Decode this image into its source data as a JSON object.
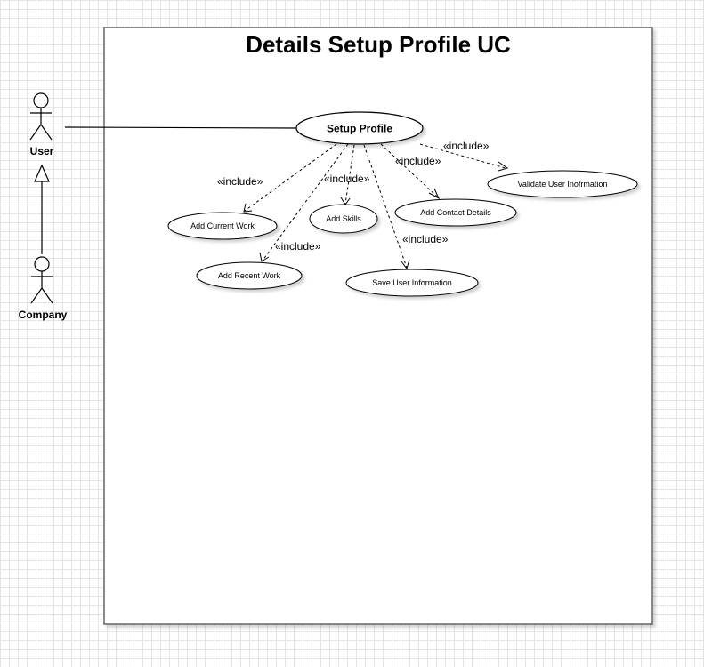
{
  "diagram": {
    "title": "Details Setup Profile UC",
    "actors": {
      "user": "User",
      "company": "Company"
    },
    "use_cases": {
      "setup_profile": "Setup Profile",
      "validate_user_information": "Validate User Inofrmation",
      "add_contact_details": "Add Contact Details",
      "add_skills": "Add Skills",
      "add_current_work": "Add Current Work",
      "add_recent_work": "Add Recent Work",
      "save_user_information": "Save User Information"
    },
    "include_label": "«include»"
  }
}
